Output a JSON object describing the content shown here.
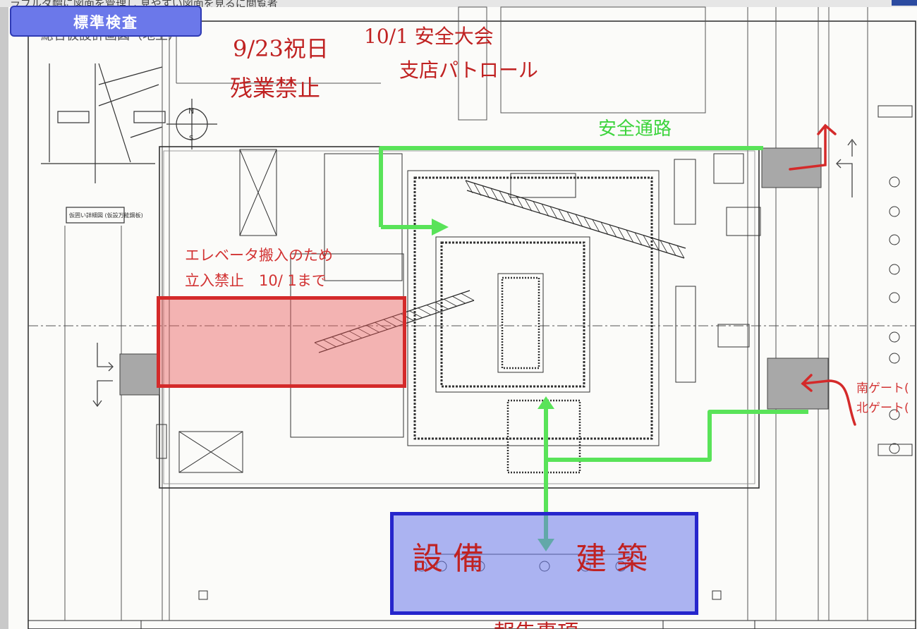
{
  "toolbar": {
    "badge_label": "標準検査",
    "top_text": "ラブルダ帽に図面を管理し 見やすい図面を見るに閲覧者"
  },
  "drawing": {
    "title": "総合仮設計画図（地上）",
    "legend_detail": "仮囲い詳細図 (仮設万能鋼板)"
  },
  "annotations": {
    "holiday_line1": "9/23祝日",
    "holiday_line2": "残業禁止",
    "patrol_line1": "10/1 安全大会",
    "patrol_line2": "支店パトロール",
    "elevator_line1": "エレベータ搬入のため",
    "elevator_line2": "立入禁止　10/ 1まで",
    "safety_route": "安全通路",
    "south_gate": "南ゲート(",
    "north_gate": "北ゲート(",
    "equipment": "設備",
    "architecture": "建築",
    "bottom_title": "報告事項"
  },
  "colors": {
    "route_green": "#59e359",
    "red_zone": "#d42a2a",
    "blue_zone": "#2626cc",
    "badge": "#6b78ea"
  }
}
